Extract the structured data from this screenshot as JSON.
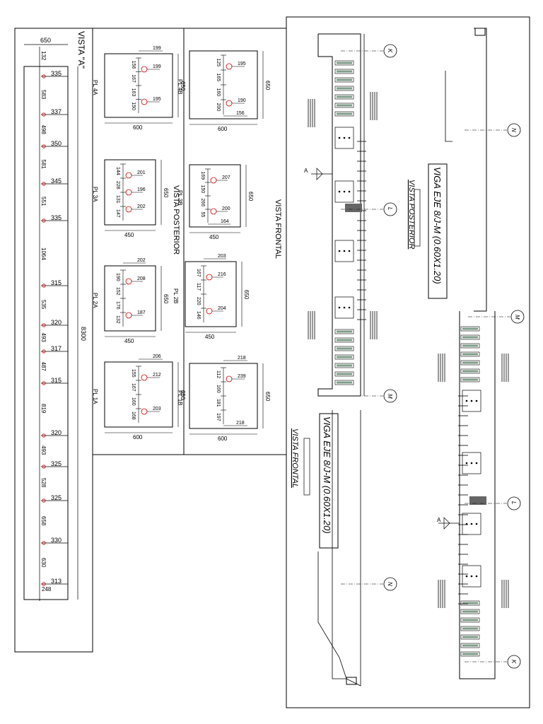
{
  "colors": {
    "ink": "#000000",
    "accent": "#cc0000",
    "fill": "#2a5e3a"
  },
  "vista_a": {
    "title": "VISTA \"A\"",
    "width_label": "650",
    "total_label": "8300",
    "top_offset": "132",
    "bottom_offset": "248",
    "rows": [
      {
        "right": "335",
        "left": "583"
      },
      {
        "right": "337",
        "left": "498"
      },
      {
        "right": "350",
        "left": "581"
      },
      {
        "right": "345",
        "left": "551"
      },
      {
        "right": "335",
        "left": "1064"
      },
      {
        "right": "315",
        "left": "535"
      },
      {
        "right": "320",
        "left": "493"
      },
      {
        "right": "317",
        "left": "487"
      },
      {
        "right": "315",
        "left": "819"
      },
      {
        "right": "320",
        "left": "493"
      },
      {
        "right": "325",
        "left": "528"
      },
      {
        "right": "325",
        "left": "658"
      },
      {
        "right": "330",
        "left": "630"
      },
      {
        "right": "313",
        "left": ""
      }
    ]
  },
  "posterior": {
    "title": "VISTA POSTERIOR"
  },
  "frontal": {
    "title": "VISTA FRONTAL"
  },
  "plates": [
    {
      "name": "PL 4A",
      "width": "600",
      "height": "650",
      "top": "199",
      "left_dims": [
        "156",
        "167",
        "163",
        "150"
      ],
      "right_dims": [
        "199",
        "195"
      ],
      "bottom": ""
    },
    {
      "name": "PL 3A",
      "width": "450",
      "height": "650",
      "top": "",
      "left_dims": [
        "144",
        "228",
        "131",
        "147"
      ],
      "right_dims": [
        "201",
        "196",
        "202"
      ],
      "bottom": ""
    },
    {
      "name": "PL 2A",
      "width": "450",
      "height": "650",
      "top": "202",
      "left_dims": [
        "190",
        "152",
        "176",
        "132"
      ],
      "right_dims": [
        "208",
        "187"
      ],
      "bottom": ""
    },
    {
      "name": "PL 1A",
      "width": "600",
      "height": "650",
      "top": "206",
      "left_dims": [
        "155",
        "167",
        "160",
        "168"
      ],
      "right_dims": [
        "212",
        "203"
      ],
      "bottom": ""
    },
    {
      "name": "PL 4B",
      "width": "600",
      "height": "650",
      "top": "",
      "left_dims": [
        "125",
        "165",
        "160",
        "200"
      ],
      "right_dims": [
        "195",
        "190"
      ],
      "bottom": "156"
    },
    {
      "name": "PL 3B",
      "width": "450",
      "height": "650",
      "top": "",
      "left_dims": [
        "169",
        "150",
        "266",
        "55"
      ],
      "right_dims": [
        "207",
        "200"
      ],
      "bottom": "164"
    },
    {
      "name": "PL 2B",
      "width": "450",
      "height": "650",
      "top": "203",
      "left_dims": [
        "167",
        "117",
        "220",
        "146"
      ],
      "right_dims": [
        "216",
        "204"
      ],
      "bottom": ""
    },
    {
      "name": "PL 1B",
      "width": "600",
      "height": "650",
      "top": "218",
      "left_dims": [
        "112",
        "160",
        "181",
        "197"
      ],
      "right_dims": [
        "239"
      ],
      "bottom": "218"
    }
  ],
  "beam": {
    "posterior_title": "VIGA EJE 8/J-M (0.60X1.20)",
    "posterior_subtitle": "VISTA POSTERIOR",
    "frontal_title": "VIGA EJE 8/J-M (0.60X1.20)",
    "frontal_subtitle": "VISTA FRONTAL",
    "section_mark": "A",
    "axes_upper": [
      "K",
      "N",
      "L",
      "M"
    ],
    "axes_lower": [
      "M",
      "L",
      "N",
      "K"
    ]
  }
}
